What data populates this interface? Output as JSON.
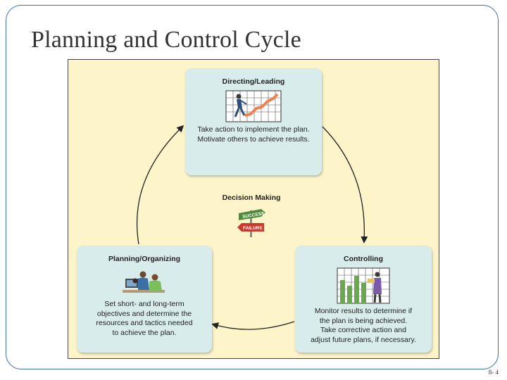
{
  "slide": {
    "title": "Planning and Control Cycle",
    "number": "8- 4"
  },
  "cycle": {
    "directing": {
      "title": "Directing/Leading",
      "desc_lines": [
        "Take action to implement the plan.",
        "Motivate others to achieve results."
      ],
      "icon": "person-walking-up-chart-icon"
    },
    "controlling": {
      "title": "Controlling",
      "desc_lines": [
        "Monitor results to determine if",
        "the plan is being achieved.",
        "Take corrective action and",
        "adjust future plans, if necessary."
      ],
      "icon": "bar-chart-with-person-icon"
    },
    "planning": {
      "title": "Planning/Organizing",
      "desc_lines": [
        "Set short- and long-term",
        "objectives and determine the",
        "resources and tactics needed",
        "to achieve the plan."
      ],
      "icon": "people-at-computer-icon"
    },
    "decision": {
      "title": "Decision Making",
      "sign_success": "SUCCESS",
      "sign_failure": "FAILURE",
      "icon": "signpost-icon"
    }
  },
  "colors": {
    "card_bg": "#d9ecec",
    "diagram_bg": "#fdf5c9",
    "frame": "#3f6fa8",
    "arrow": "#222222",
    "success_sign": "#4f8a3c",
    "failure_sign": "#c8392e"
  }
}
